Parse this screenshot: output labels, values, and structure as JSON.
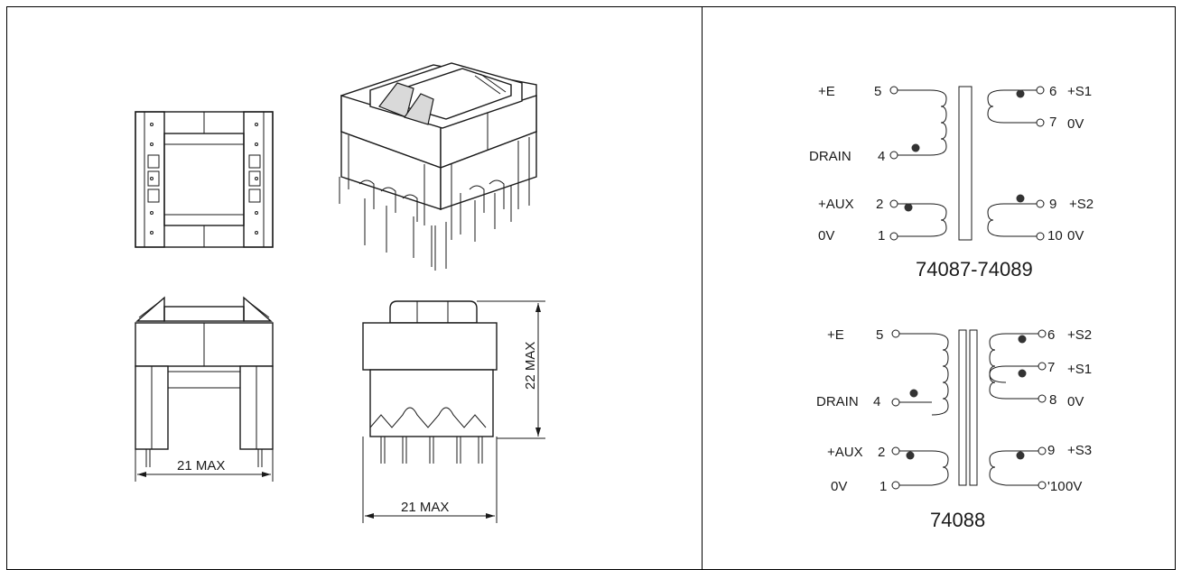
{
  "mechanical": {
    "side_dim": "21 MAX",
    "front_width_dim": "21 MAX",
    "front_height_dim": "22 MAX"
  },
  "schematic_a": {
    "title": "74087-74089",
    "pins": [
      {
        "label": "+E",
        "num": "5"
      },
      {
        "label": "DRAIN",
        "num": "4"
      },
      {
        "label": "+AUX",
        "num": "2"
      },
      {
        "label": "0V",
        "num": "1"
      },
      {
        "num": "6",
        "label": "+S1"
      },
      {
        "num": "7",
        "label": "0V"
      },
      {
        "num": "9",
        "label": "+S2"
      },
      {
        "num": "10",
        "label": "0V"
      }
    ]
  },
  "schematic_b": {
    "title": "74088",
    "pins": [
      {
        "label": "+E",
        "num": "5"
      },
      {
        "label": "DRAIN",
        "num": "4"
      },
      {
        "label": "+AUX",
        "num": "2"
      },
      {
        "label": "0V",
        "num": "1"
      },
      {
        "num": "6",
        "label": "+S2"
      },
      {
        "num": "7",
        "label": "+S1"
      },
      {
        "num": "8",
        "label": "0V"
      },
      {
        "num": "9",
        "label": "+S3"
      },
      {
        "num": "'10",
        "label": "0V"
      }
    ]
  }
}
